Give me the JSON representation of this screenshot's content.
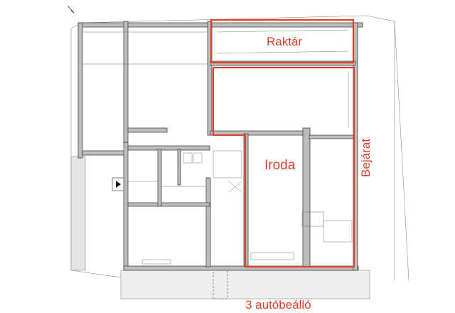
{
  "plan": {
    "labels": {
      "storage": "Raktár",
      "office": "Iroda",
      "entrance": "Bejárat",
      "parking": "3 autóbeálló"
    },
    "colors": {
      "highlight": "#e0402a",
      "wall": "#bdbdbd",
      "line": "#333333"
    },
    "icons": [
      "north-arrow-icon",
      "level-marker-icon"
    ]
  }
}
